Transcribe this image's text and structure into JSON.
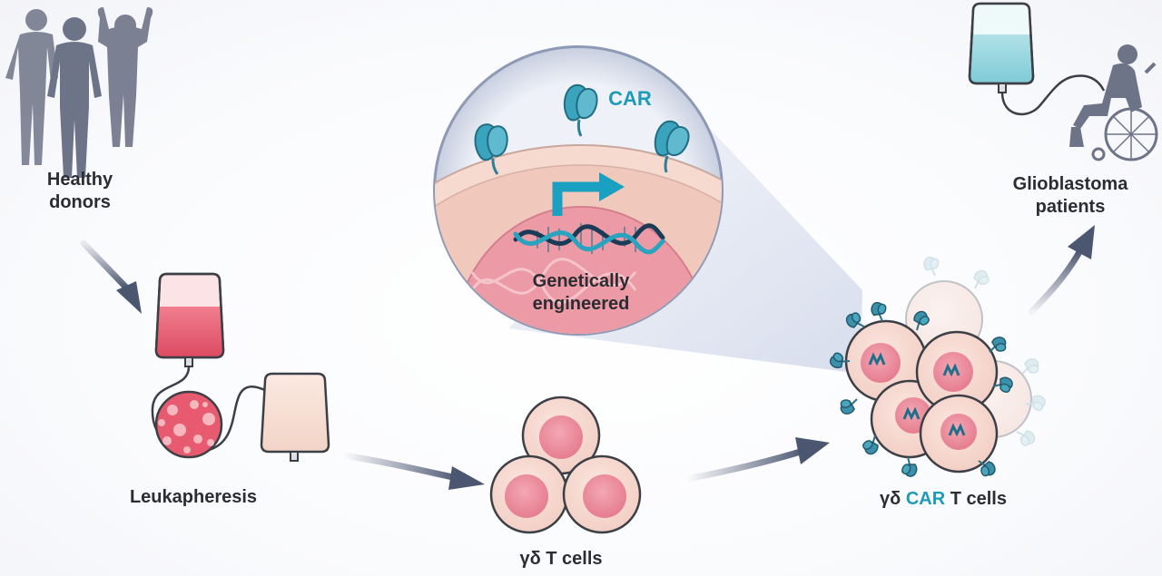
{
  "labels": {
    "healthy_donors": [
      "Healthy",
      "donors"
    ],
    "leukapheresis": "Leukapheresis",
    "gd_t_cells": "γδ T cells",
    "gd_car_t_cells": {
      "prefix": "γδ",
      "accent": "CAR",
      "suffix": "T cells"
    },
    "glioblastoma_patients": [
      "Glioblastoma",
      "patients"
    ],
    "car": "CAR",
    "genetically_engineered": [
      "Genetically",
      "engineered"
    ]
  },
  "colors": {
    "accent_teal": "#1f9bb7",
    "arrow_slate": "#4b5670",
    "silhouette": "#6e7488",
    "cell_fill": "#f6d7cf",
    "nucleus": "#e9889a",
    "blood_red": "#e04d63",
    "text": "#2b2d33"
  }
}
